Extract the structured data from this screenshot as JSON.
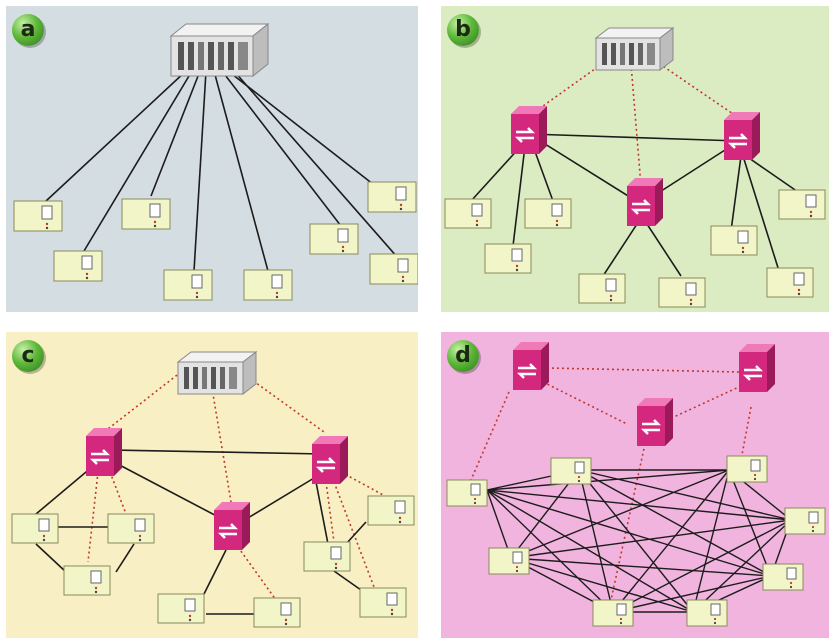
{
  "panels": [
    {
      "label": "a",
      "bg": "#d4dde2"
    },
    {
      "label": "b",
      "bg": "#dcecc2"
    },
    {
      "label": "c",
      "bg": "#f8efc4"
    },
    {
      "label": "d",
      "bg": "#f0b4de"
    }
  ],
  "colors": {
    "badge": "#5fb83a",
    "router": "#d3287e",
    "terminal": "#f2f5c8",
    "server": "#e6e6e6",
    "solid_link": "#1c1c1c",
    "dotted_link": "#c0392b"
  },
  "icons": [
    "server-icon",
    "router-icon",
    "terminal-icon"
  ]
}
